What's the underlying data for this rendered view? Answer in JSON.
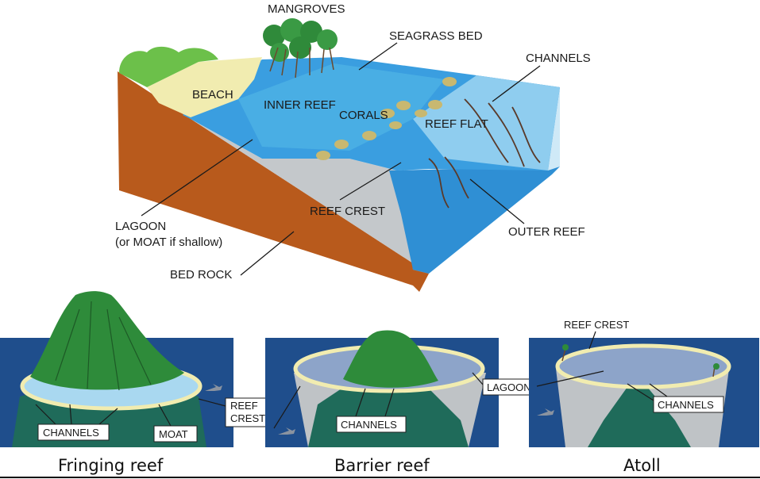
{
  "colors": {
    "deep_ocean": "#1f4e8c",
    "water_blue": "#2f8fd4",
    "light_water": "#a9d8f0",
    "sand": "#f1ecb0",
    "bedrock": "#b85a1c",
    "rock_gray": "#bfc3c6",
    "land_green": "#2e8b3a",
    "coral": "#c8b870"
  },
  "top_diagram": {
    "labels": {
      "mangroves": "MANGROVES",
      "seagrass": "SEAGRASS BED",
      "channels": "CHANNELS",
      "beach": "BEACH",
      "inner_reef": "INNER REEF",
      "corals": "CORALS",
      "reef_flat": "REEF FLAT",
      "lagoon": "LAGOON",
      "lagoon_note": "(or MOAT if shallow)",
      "reef_crest": "REEF CREST",
      "outer_reef": "OUTER REEF",
      "bed_rock": "BED ROCK"
    }
  },
  "panels": {
    "fringing": {
      "caption": "Fringing reef",
      "channels": "CHANNELS",
      "moat": "MOAT",
      "reef_crest_1": "REEF",
      "reef_crest_2": "CREST"
    },
    "barrier": {
      "caption": "Barrier reef",
      "channels": "CHANNELS",
      "lagoon": "LAGOON"
    },
    "atoll": {
      "caption": "Atoll",
      "reef_crest": "REEF CREST",
      "channels": "CHANNELS"
    }
  }
}
